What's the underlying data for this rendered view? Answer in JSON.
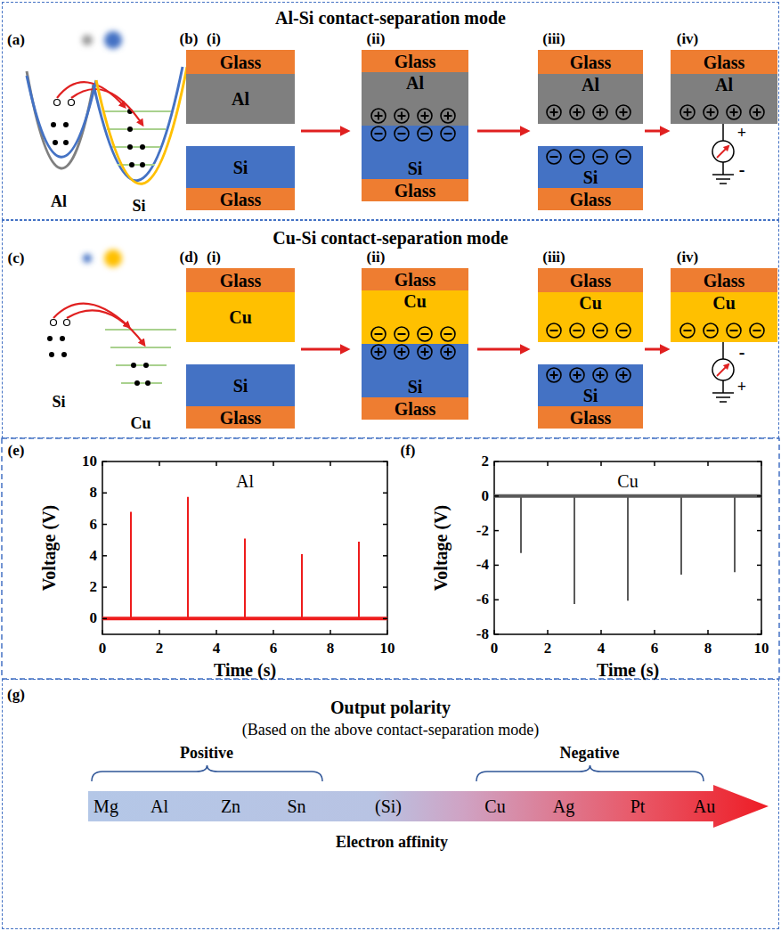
{
  "diagram": {
    "nodes": [
      {
        "text": [
          "Al-Si contact-separation mode"
        ]
      },
      {
        "text": [
          "Glass"
        ],
        "in": 0
      },
      {
        "text": [
          "Al"
        ],
        "in": 0
      },
      {
        "text": [
          "Si"
        ],
        "in": 0
      },
      {
        "text": [
          "Glass"
        ],
        "in": 0
      },
      {
        "text": [
          "Glass"
        ],
        "in": 0
      },
      {
        "text": [
          "Al"
        ],
        "in": 0
      },
      {
        "text": [
          "Si"
        ],
        "in": 0
      },
      {
        "text": [
          "Glass"
        ],
        "in": 0
      },
      {
        "text": [
          "Glass"
        ],
        "in": 0
      },
      {
        "text": [
          "Al"
        ],
        "in": 0
      },
      {
        "text": [
          "Si"
        ],
        "in": 0
      },
      {
        "text": [
          "Glass"
        ],
        "in": 0
      },
      {
        "text": [
          "Glass"
        ],
        "in": 0
      },
      {
        "text": [
          "Al"
        ],
        "in": 0
      },
      {
        "text": [
          "Cu-Si contact-separation mode"
        ]
      },
      {
        "text": [
          "Glass"
        ],
        "in": 15
      },
      {
        "text": [
          "Cu"
        ],
        "in": 15
      },
      {
        "text": [
          "Si"
        ],
        "in": 15
      },
      {
        "text": [
          "Glass"
        ],
        "in": 15
      },
      {
        "text": [
          "Glass"
        ],
        "in": 15
      },
      {
        "text": [
          "Cu"
        ],
        "in": 15
      },
      {
        "text": [
          "Si"
        ],
        "in": 15
      },
      {
        "text": [
          "Glass"
        ],
        "in": 15
      },
      {
        "text": [
          "Glass"
        ],
        "in": 15
      },
      {
        "text": [
          "Cu"
        ],
        "in": 15
      },
      {
        "text": [
          "Si"
        ],
        "in": 15
      },
      {
        "text": [
          "Glass"
        ],
        "in": 15
      },
      {
        "text": [
          "Glass"
        ],
        "in": 15
      },
      {
        "text": [
          "Cu"
        ],
        "in": 15
      },
      {
        "text": [
          "Output polarity",
          "(Based on the above contact-separation mode)"
        ]
      },
      {
        "text": [
          "Mg",
          "Al",
          "Zn",
          "Sn",
          "(Si)",
          "Cu",
          "Ag",
          "Pt",
          "Au"
        ],
        "in": 30
      }
    ],
    "labels": [
      "(a)",
      "Al",
      "Si",
      "(b)",
      "(i)",
      "(ii)",
      "(iii)",
      "(iv)",
      "+",
      "-",
      "(c)",
      "Si",
      "Cu",
      "(d)",
      "(i)",
      "(ii)",
      "(iii)",
      "(iv)",
      "-",
      "+",
      "(e)",
      "Al",
      "10",
      "8",
      "6",
      "4",
      "2",
      "0",
      "0",
      "2",
      "4",
      "6",
      "8",
      "10",
      "Voltage (V)",
      "Time (s)",
      "(f)",
      "Cu",
      "2",
      "0",
      "-2",
      "-4",
      "-6",
      "-8",
      "0",
      "2",
      "4",
      "6",
      "8",
      "10",
      "Voltage (V)",
      "Time (s)",
      "(g)",
      "Positive",
      "Negative",
      "Electron affinity"
    ]
  }
}
